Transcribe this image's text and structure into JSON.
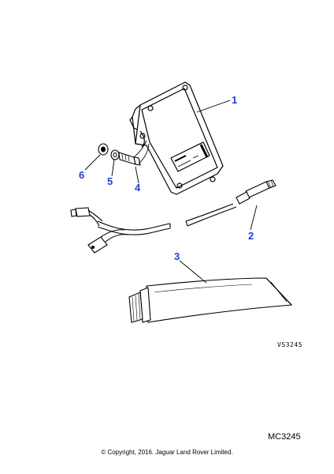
{
  "callouts": {
    "c1": "1",
    "c2": "2",
    "c3": "3",
    "c4": "4",
    "c5": "5",
    "c6": "6"
  },
  "illustration_code": "VS3245",
  "diagram_code": "MC3245",
  "copyright": "© Copyright, 2016. Jaguar Land Rover Limited.",
  "colors": {
    "callout": "#1f3fd6",
    "line": "#000000"
  }
}
